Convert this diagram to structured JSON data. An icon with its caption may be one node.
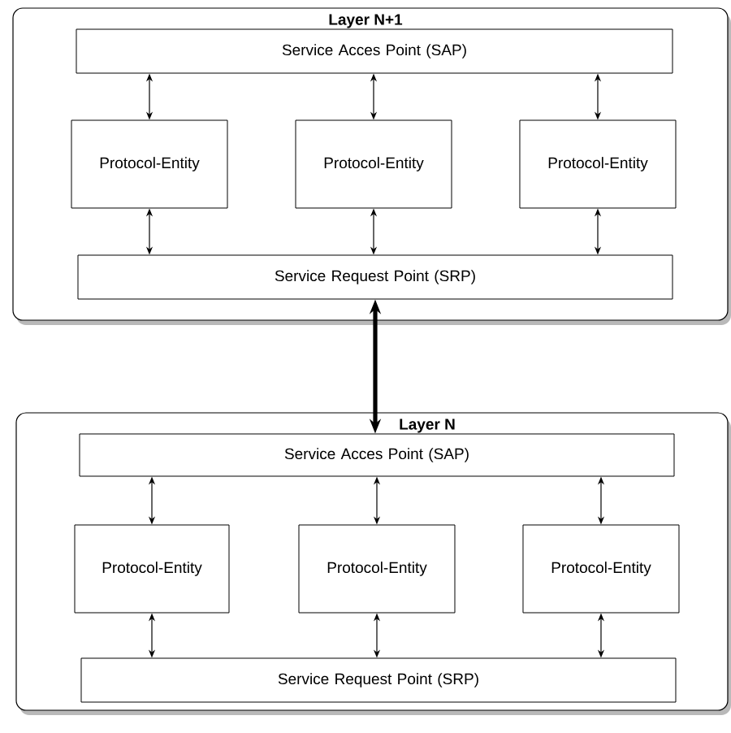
{
  "diagram": {
    "nodes": [
      {
        "text": [
          "Layer N+1"
        ]
      },
      {
        "text": [
          "Service Acces Point (SAP)"
        ],
        "in": 0
      },
      {
        "text": [
          "Protocol-Entity"
        ],
        "in": 0
      },
      {
        "text": [
          "Protocol-Entity"
        ],
        "in": 0
      },
      {
        "text": [
          "Protocol-Entity"
        ],
        "in": 0
      },
      {
        "text": [
          "Service Request Point (SRP)"
        ],
        "in": 0
      },
      {
        "text": [
          "Layer N"
        ]
      },
      {
        "text": [
          "Service Acces Point (SAP)"
        ],
        "in": 6
      },
      {
        "text": [
          "Protocol-Entity"
        ],
        "in": 6
      },
      {
        "text": [
          "Protocol-Entity"
        ],
        "in": 6
      },
      {
        "text": [
          "Protocol-Entity"
        ],
        "in": 6
      },
      {
        "text": [
          "Service Request Point (SRP)"
        ],
        "in": 6
      }
    ],
    "edges": [
      {
        "from": 1,
        "to": 2,
        "arrow": "both"
      },
      {
        "from": 1,
        "to": 3,
        "arrow": "both"
      },
      {
        "from": 1,
        "to": 4,
        "arrow": "both"
      },
      {
        "from": 2,
        "to": 5,
        "arrow": "both"
      },
      {
        "from": 3,
        "to": 5,
        "arrow": "both"
      },
      {
        "from": 4,
        "to": 5,
        "arrow": "both"
      },
      {
        "from": 5,
        "to": 7,
        "arrow": "both",
        "style": "thick"
      },
      {
        "from": 7,
        "to": 8,
        "arrow": "both"
      },
      {
        "from": 7,
        "to": 9,
        "arrow": "both"
      },
      {
        "from": 7,
        "to": 10,
        "arrow": "both"
      },
      {
        "from": 8,
        "to": 11,
        "arrow": "both"
      },
      {
        "from": 9,
        "to": 11,
        "arrow": "both"
      },
      {
        "from": 10,
        "to": 11,
        "arrow": "both"
      }
    ]
  }
}
